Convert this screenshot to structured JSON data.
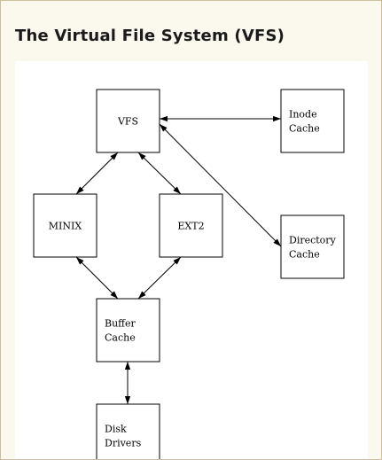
{
  "page": {
    "title": "The Virtual File System (VFS)"
  },
  "diagram": {
    "nodes": [
      {
        "id": "vfs",
        "label": [
          "VFS"
        ]
      },
      {
        "id": "inode_cache",
        "label": [
          "Inode",
          "Cache"
        ]
      },
      {
        "id": "minix",
        "label": [
          "MINIX"
        ]
      },
      {
        "id": "ext2",
        "label": [
          "EXT2"
        ]
      },
      {
        "id": "directory_cache",
        "label": [
          "Directory",
          "Cache"
        ]
      },
      {
        "id": "buffer_cache",
        "label": [
          "Buffer",
          "Cache"
        ]
      },
      {
        "id": "disk_drivers",
        "label": [
          "Disk",
          "Drivers"
        ]
      }
    ],
    "edges": [
      {
        "from": "vfs",
        "to": "inode_cache",
        "arrows": "both"
      },
      {
        "from": "vfs",
        "to": "minix",
        "arrows": "both"
      },
      {
        "from": "vfs",
        "to": "ext2",
        "arrows": "both"
      },
      {
        "from": "vfs",
        "to": "directory_cache",
        "arrows": "both"
      },
      {
        "from": "minix",
        "to": "buffer_cache",
        "arrows": "both"
      },
      {
        "from": "ext2",
        "to": "buffer_cache",
        "arrows": "both"
      },
      {
        "from": "buffer_cache",
        "to": "disk_drivers",
        "arrows": "both"
      }
    ]
  }
}
